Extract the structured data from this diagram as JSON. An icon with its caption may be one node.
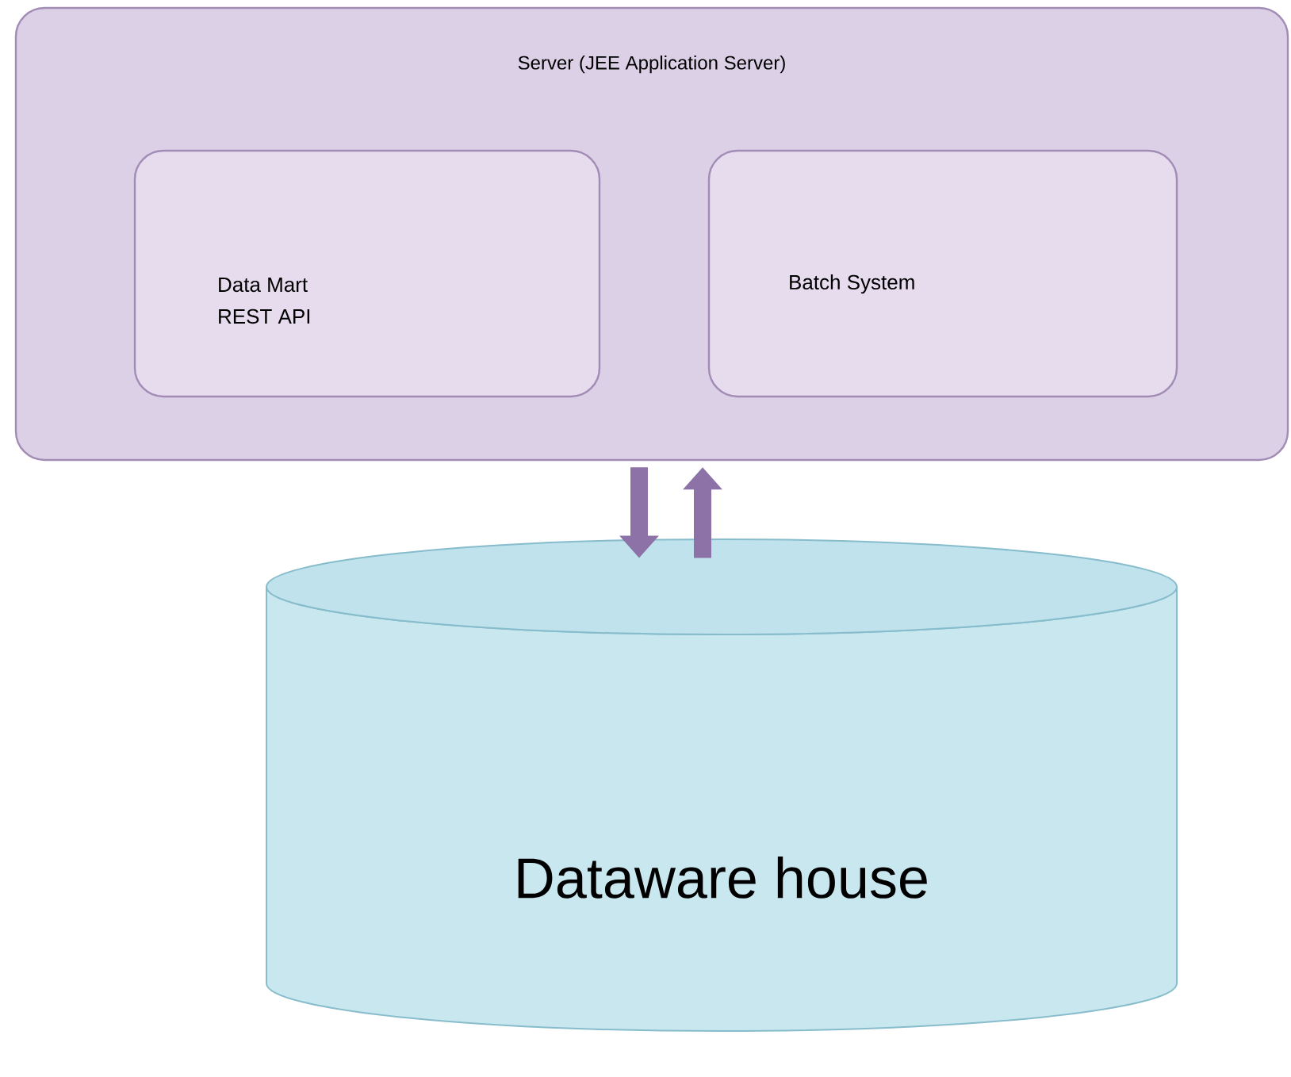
{
  "diagram": {
    "nodes": [
      {
        "text": [
          "Server (JEE Application Server)"
        ]
      },
      {
        "text": [
          "Data Mart REST API"
        ],
        "in": 0
      },
      {
        "text": [
          "Batch System"
        ],
        "in": 0
      },
      {
        "text": [
          "Dataware house"
        ]
      }
    ],
    "edges": [
      {
        "from": 0,
        "to": 3,
        "arrow": "to"
      },
      {
        "from": 3,
        "to": 0,
        "arrow": "to"
      }
    ]
  }
}
